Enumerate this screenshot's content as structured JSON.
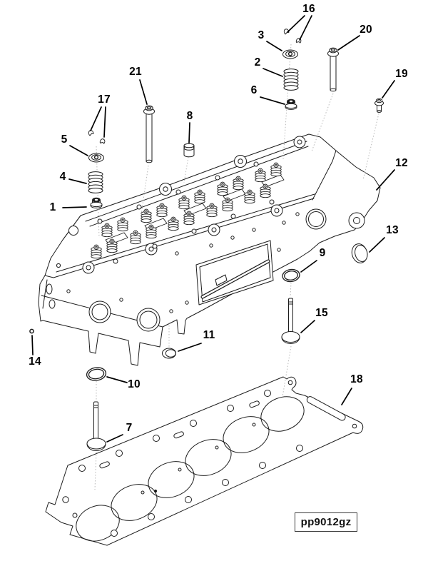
{
  "page": {
    "type": "exploded-parts-diagram",
    "subject": "cylinder-head-assembly"
  },
  "part_code_box": {
    "text": "pp9012gz"
  },
  "callouts": {
    "c1": {
      "label": "1",
      "part": "valve-stem-seal"
    },
    "c2": {
      "label": "2",
      "part": "valve-spring"
    },
    "c3": {
      "label": "3",
      "part": "valve-spring-retainer"
    },
    "c4": {
      "label": "4",
      "part": "valve-spring"
    },
    "c5": {
      "label": "5",
      "part": "valve-spring-retainer"
    },
    "c6": {
      "label": "6",
      "part": "valve-stem-seal"
    },
    "c7": {
      "label": "7",
      "part": "valve"
    },
    "c8": {
      "label": "8",
      "part": "valve-guide"
    },
    "c9": {
      "label": "9",
      "part": "seal-ring"
    },
    "c10": {
      "label": "10",
      "part": "seal-ring"
    },
    "c11": {
      "label": "11",
      "part": "cup-plug-small"
    },
    "c12": {
      "label": "12",
      "part": "cylinder-head"
    },
    "c13": {
      "label": "13",
      "part": "cup-plug-large"
    },
    "c14": {
      "label": "14",
      "part": "ball-plug"
    },
    "c15": {
      "label": "15",
      "part": "valve"
    },
    "c16": {
      "label": "16",
      "part": "valve-collet-pair"
    },
    "c17": {
      "label": "17",
      "part": "valve-collet-pair"
    },
    "c18": {
      "label": "18",
      "part": "cylinder-head-gasket"
    },
    "c19": {
      "label": "19",
      "part": "flange-bolt-short"
    },
    "c20": {
      "label": "20",
      "part": "flange-bolt-medium"
    },
    "c21": {
      "label": "21",
      "part": "flange-bolt-long"
    }
  },
  "colors": {
    "background": "#ffffff",
    "line": "#1c1c1c",
    "faint_guide": "#b8b8b8",
    "label": "#000000",
    "box_border": "#3c3c3c"
  }
}
